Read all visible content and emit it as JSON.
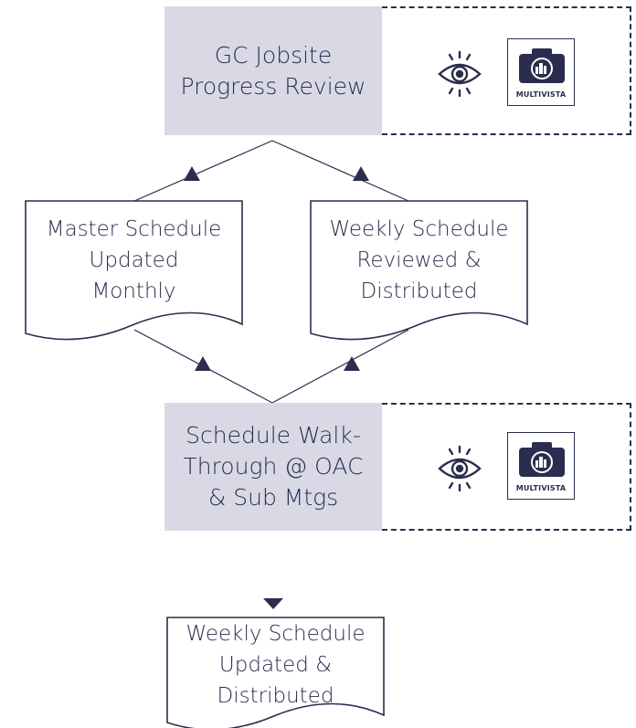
{
  "nodes": {
    "gc_review": "GC Jobsite\nProgress Review",
    "master_schedule": "Master Schedule\nUpdated\nMonthly",
    "weekly_reviewed": "Weekly Schedule\nReviewed &\nDistributed",
    "walkthrough": "Schedule Walk-\nThrough @ OAC\n& Sub Mtgs",
    "weekly_updated": "Weekly Schedule\nUpdated &\nDistributed"
  },
  "logos": {
    "brand_1": "MULTIVISTA",
    "brand_2": "MULTIVISTA"
  },
  "icons": {
    "eye_1": "eye-icon",
    "eye_2": "eye-icon",
    "camera_1": "camera-icon",
    "camera_2": "camera-icon"
  },
  "colors": {
    "ink": "#2b2d4f",
    "process_fill": "#d9d9e6"
  }
}
